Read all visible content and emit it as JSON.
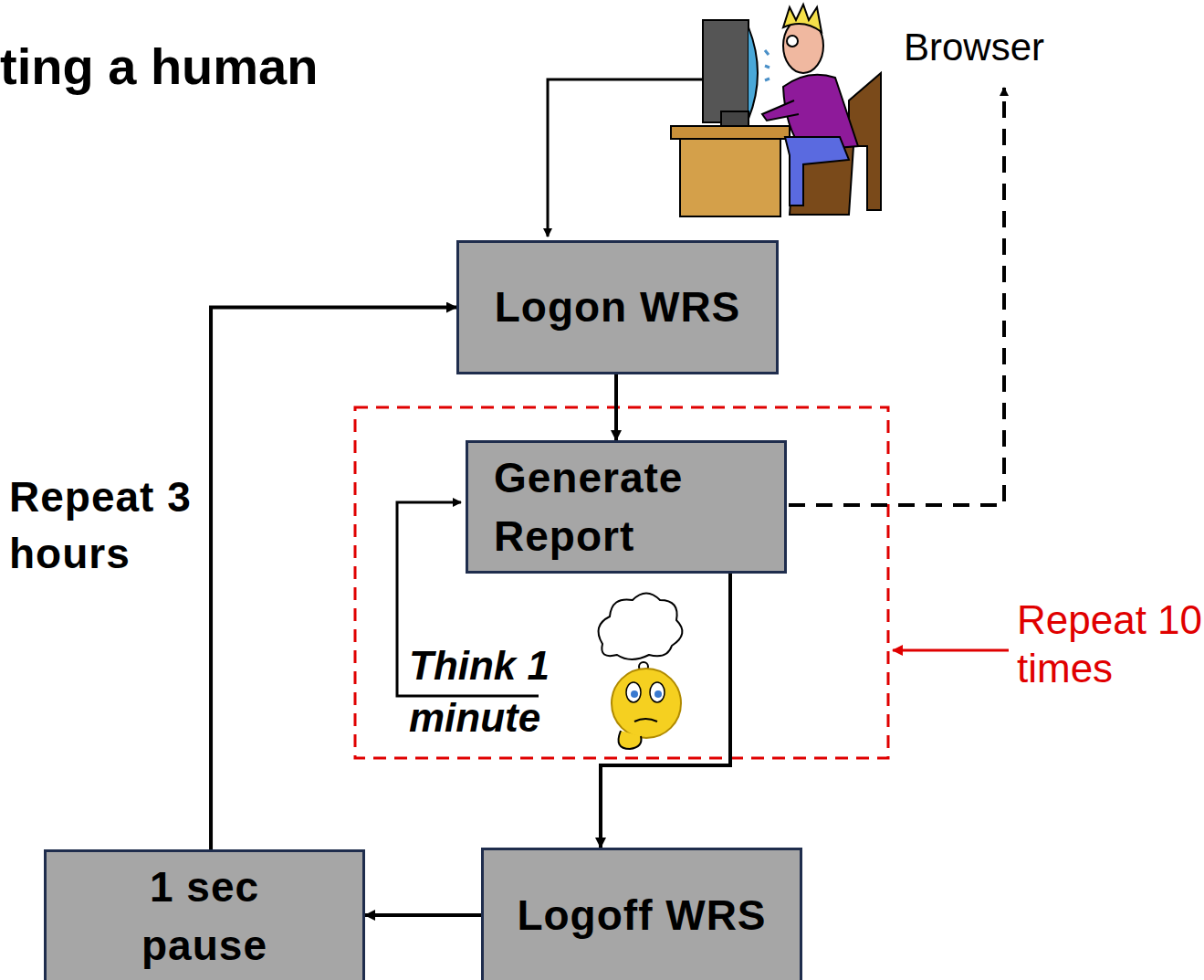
{
  "diagram": {
    "title": "ting a human",
    "nodes": [
      {
        "text": [
          "Logon WRS"
        ]
      },
      {
        "text": [
          "Generate Report"
        ]
      },
      {
        "text": [
          "Logoff WRS"
        ]
      },
      {
        "text": [
          "1 sec pause"
        ]
      }
    ],
    "edges": [
      {
        "from": 0,
        "to": 1,
        "arrow": "to"
      },
      {
        "from": 1,
        "to": 2,
        "arrow": "to"
      },
      {
        "from": 2,
        "to": 3,
        "arrow": "to"
      },
      {
        "from": 3,
        "to": 0,
        "arrow": "to"
      }
    ],
    "labels": [
      "Browser",
      "Repeat 3 hours",
      "Think 1 minute",
      "Repeat 10 times"
    ]
  }
}
